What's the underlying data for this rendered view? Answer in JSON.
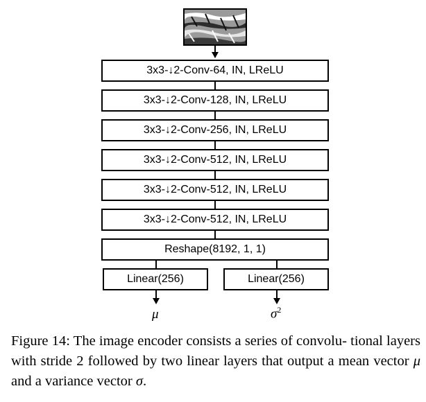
{
  "diagram": {
    "input_image_icon": "noisy-image-thumbnail",
    "layers": [
      "3x3-↓2-Conv-64, IN, LReLU",
      "3x3-↓2-Conv-128, IN, LReLU",
      "3x3-↓2-Conv-256, IN, LReLU",
      "3x3-↓2-Conv-512, IN, LReLU",
      "3x3-↓2-Conv-512, IN, LReLU",
      "3x3-↓2-Conv-512, IN, LReLU"
    ],
    "reshape": "Reshape(8192, 1, 1)",
    "linear_left": "Linear(256)",
    "linear_right": "Linear(256)",
    "output_mu": "μ",
    "output_sigma": "σ",
    "output_sigma_exponent": "2"
  },
  "caption": {
    "prefix": "Figure 14: The image encoder consists a series of convolu- tional layers with stride 2 followed by two linear layers that output a mean vector ",
    "mu": "μ",
    "middle": " and a variance vector ",
    "sigma": "σ",
    "suffix": "."
  }
}
